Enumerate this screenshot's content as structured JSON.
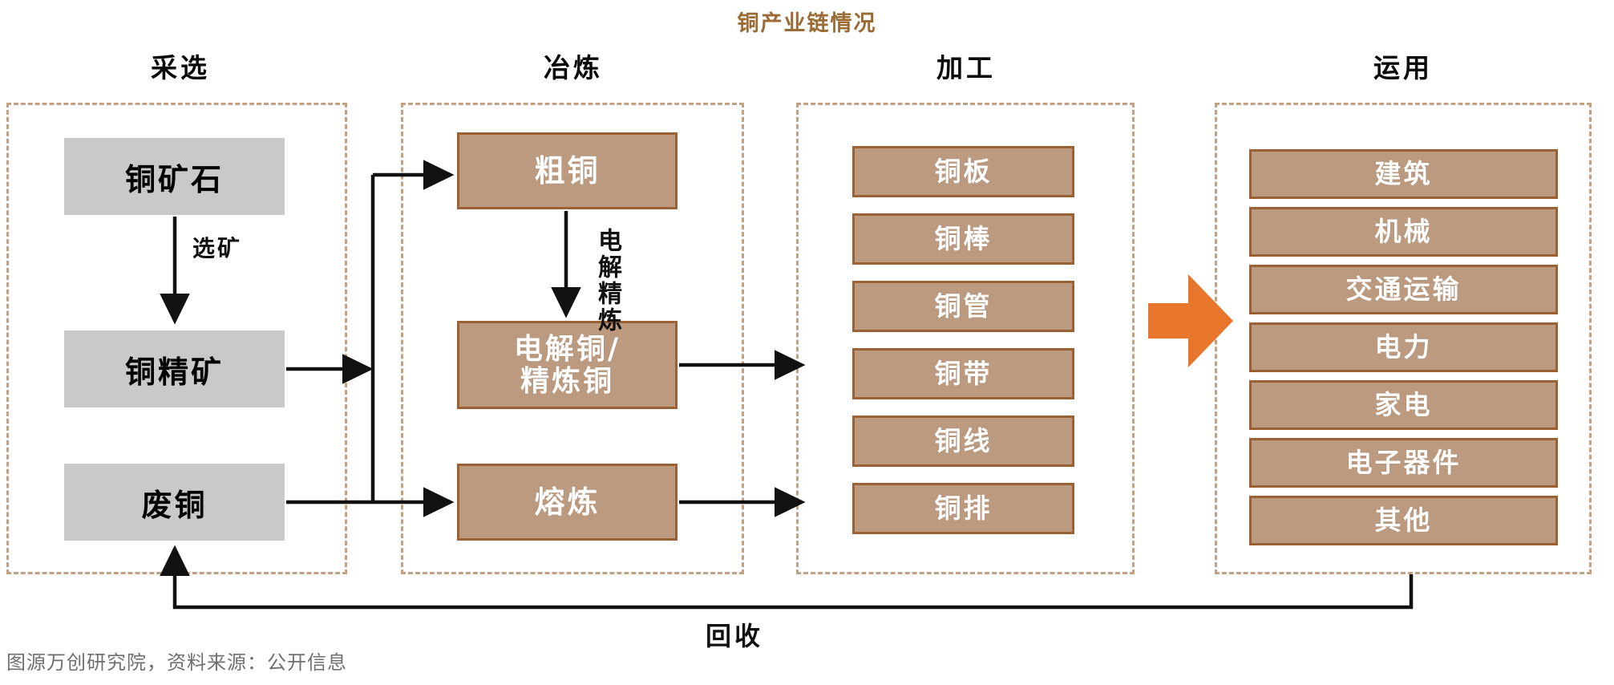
{
  "title": "铜产业链情况",
  "accent_colors": {
    "title_brown": "#9a6b35",
    "panel_dashed": "#c5a183",
    "copper_box_fill": "#bb9a7f",
    "copper_box_border": "#9a6134",
    "gray_box_fill": "#c9c9c9",
    "orange_arrow": "#e8762c",
    "connector_black": "#111111",
    "footer_gray": "#6f6f6f"
  },
  "stages": [
    {
      "key": "mining",
      "header": "采选",
      "boxes": [
        {
          "label": "铜矿石",
          "style": "gray"
        },
        {
          "label": "铜精矿",
          "style": "gray"
        },
        {
          "label": "废铜",
          "style": "gray"
        }
      ]
    },
    {
      "key": "smelting",
      "header": "冶炼",
      "boxes": [
        {
          "label": "粗铜",
          "style": "copper"
        },
        {
          "label": "电解铜/",
          "label2": "精炼铜",
          "style": "copper"
        },
        {
          "label": "熔炼",
          "style": "copper"
        }
      ]
    },
    {
      "key": "processing",
      "header": "加工",
      "boxes": [
        {
          "label": "铜板",
          "style": "copper"
        },
        {
          "label": "铜棒",
          "style": "copper"
        },
        {
          "label": "铜管",
          "style": "copper"
        },
        {
          "label": "铜带",
          "style": "copper"
        },
        {
          "label": "铜线",
          "style": "copper"
        },
        {
          "label": "铜排",
          "style": "copper"
        }
      ]
    },
    {
      "key": "application",
      "header": "运用",
      "boxes": [
        {
          "label": "建筑",
          "style": "copper"
        },
        {
          "label": "机械",
          "style": "copper"
        },
        {
          "label": "交通运输",
          "style": "copper"
        },
        {
          "label": "电力",
          "style": "copper"
        },
        {
          "label": "家电",
          "style": "copper"
        },
        {
          "label": "电子器件",
          "style": "copper"
        },
        {
          "label": "其他",
          "style": "copper"
        }
      ]
    }
  ],
  "edge_labels": {
    "ore_to_concentrate": "选矿",
    "blister_to_refined": "电解精炼",
    "recycle": "回收"
  },
  "icons": {
    "big_arrow": "orange-block-arrow-icon"
  },
  "footer": "图源万创研究院，资料来源：公开信息"
}
